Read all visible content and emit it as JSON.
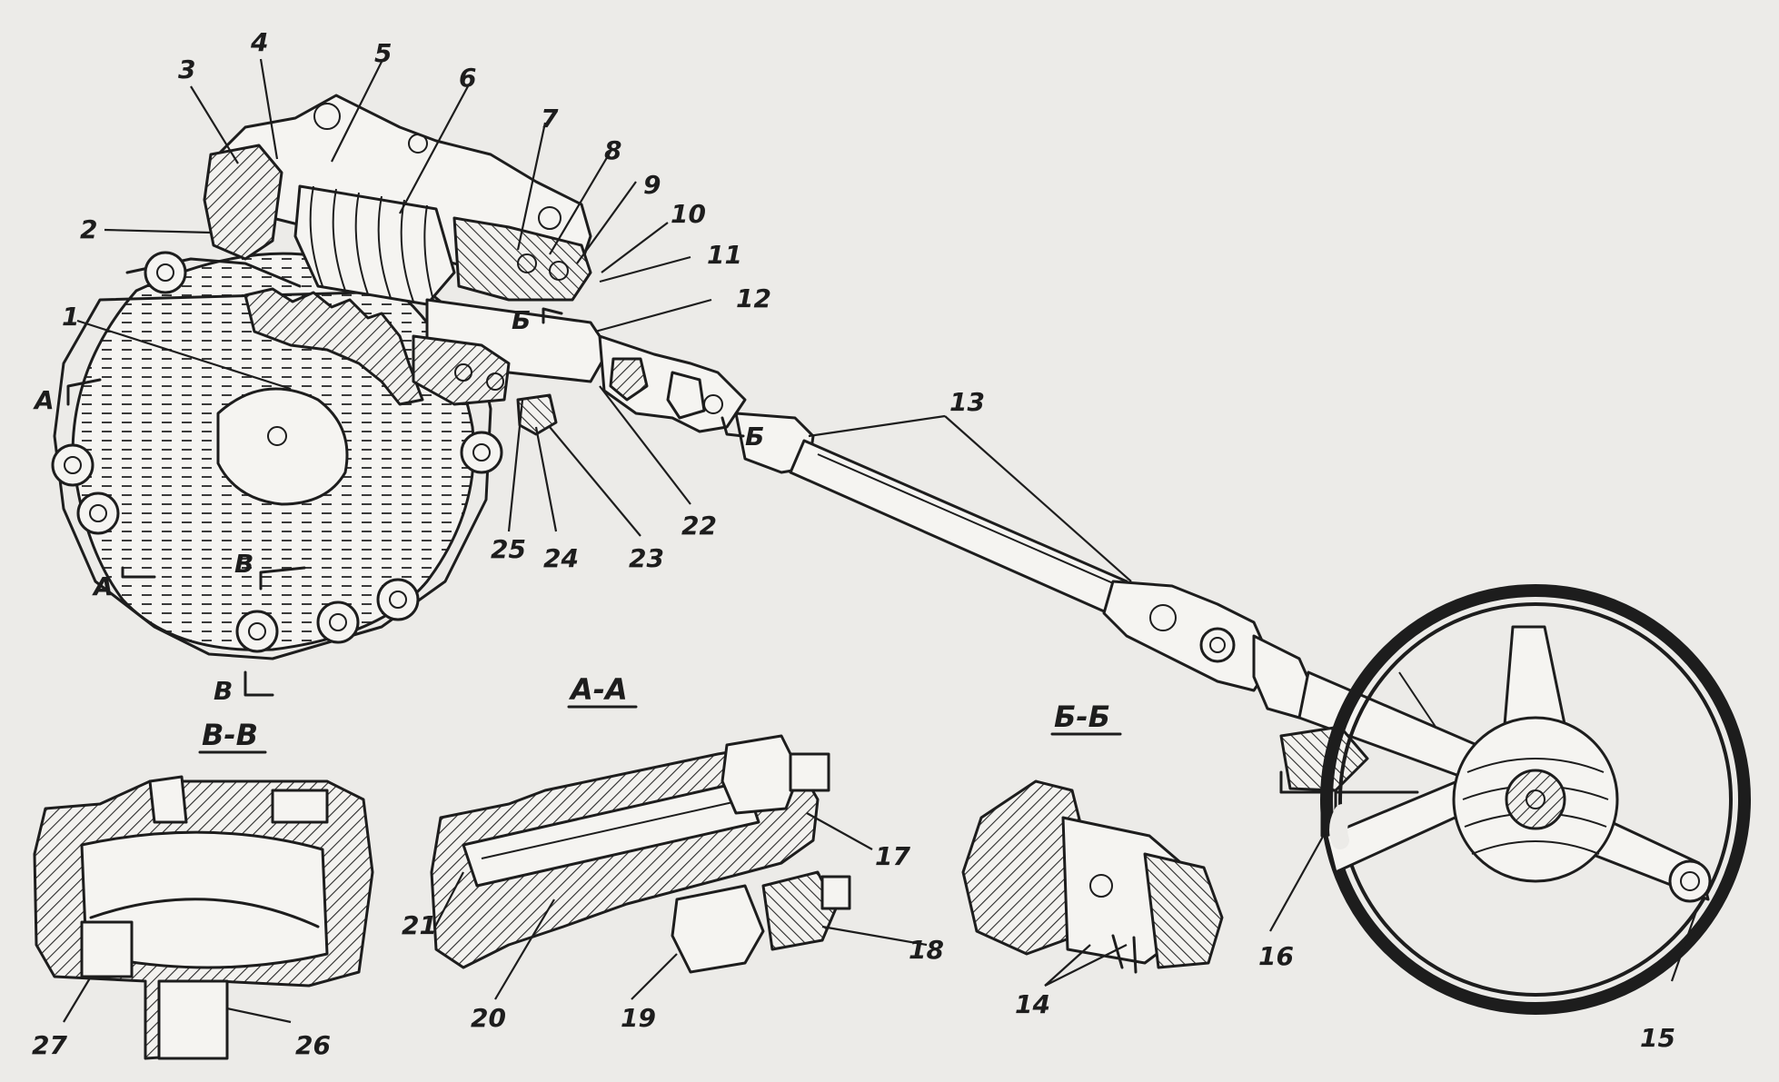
{
  "callouts": [
    "1",
    "2",
    "3",
    "4",
    "5",
    "6",
    "7",
    "8",
    "9",
    "10",
    "11",
    "12",
    "13",
    "14",
    "15",
    "16",
    "17",
    "18",
    "19",
    "20",
    "21",
    "22",
    "23",
    "24",
    "25",
    "26",
    "27"
  ],
  "section_marks": {
    "a": "А",
    "b": "Б",
    "v": "В"
  },
  "section_titles": {
    "vv": "В-В",
    "aa": "А-А",
    "bb": "Б-Б"
  }
}
